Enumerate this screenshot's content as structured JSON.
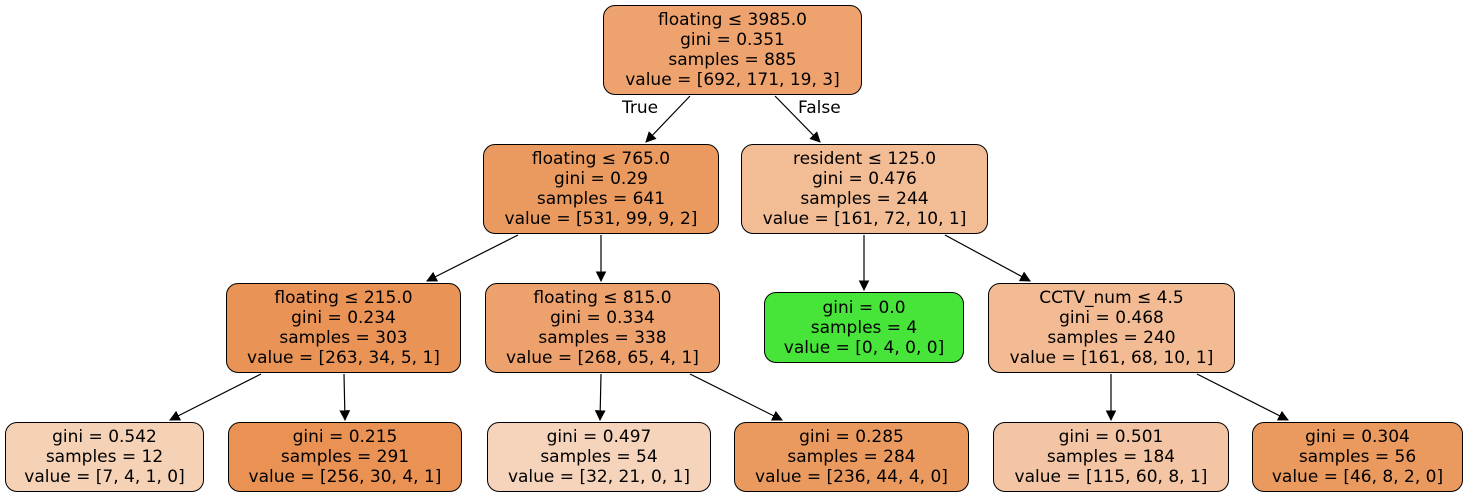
{
  "colors": {
    "orange_deep": "#e99356",
    "orange_mid": "#eda774",
    "orange_root": "#eea36f",
    "orange_light": "#f2bc95",
    "orange_pale": "#f5d1b5",
    "orange_pale2": "#f6d4bb",
    "orange_light2": "#f3c5a4",
    "green_leaf": "#47e539"
  },
  "nodes": {
    "n0": {
      "split": "floating ≤ 3985.0",
      "gini": "gini = 0.351",
      "samples": "samples = 885",
      "value": "value = [692, 171, 19, 3]",
      "color": "#eea36f"
    },
    "n1": {
      "split": "floating ≤ 765.0",
      "gini": "gini = 0.29",
      "samples": "samples = 641",
      "value": "value = [531, 99, 9, 2]",
      "color": "#ea9a5f"
    },
    "n2": {
      "split": "resident ≤ 125.0",
      "gini": "gini = 0.476",
      "samples": "samples = 244",
      "value": "value = [161, 72, 10, 1]",
      "color": "#f2bc95"
    },
    "n3": {
      "split": "floating ≤ 215.0",
      "gini": "gini = 0.234",
      "samples": "samples = 303",
      "value": "value = [263, 34, 5, 1]",
      "color": "#e99356"
    },
    "n4": {
      "split": "floating ≤ 815.0",
      "gini": "gini = 0.334",
      "samples": "samples = 338",
      "value": "value = [268, 65, 4, 1]",
      "color": "#eda26e"
    },
    "n5": {
      "split": "",
      "gini": "gini = 0.0",
      "samples": "samples = 4",
      "value": "value = [0, 4, 0, 0]",
      "color": "#47e539"
    },
    "n6": {
      "split": "CCTV_num ≤ 4.5",
      "gini": "gini = 0.468",
      "samples": "samples = 240",
      "value": "value = [161, 68, 10, 1]",
      "color": "#f2bb93"
    },
    "n7": {
      "split": "",
      "gini": "gini = 0.542",
      "samples": "samples = 12",
      "value": "value = [7, 4, 1, 0]",
      "color": "#f5d1b5"
    },
    "n8": {
      "split": "",
      "gini": "gini = 0.215",
      "samples": "samples = 291",
      "value": "value = [256, 30, 4, 1]",
      "color": "#e99254"
    },
    "n9": {
      "split": "",
      "gini": "gini = 0.497",
      "samples": "samples = 54",
      "value": "value = [32, 21, 0, 1]",
      "color": "#f6d4bb"
    },
    "n10": {
      "split": "",
      "gini": "gini = 0.285",
      "samples": "samples = 284",
      "value": "value = [236, 44, 4, 0]",
      "color": "#ea9a5f"
    },
    "n11": {
      "split": "",
      "gini": "gini = 0.501",
      "samples": "samples = 184",
      "value": "value = [115, 60, 8, 1]",
      "color": "#f3c5a4"
    },
    "n12": {
      "split": "",
      "gini": "gini = 0.304",
      "samples": "samples = 56",
      "value": "value = [46, 8, 2, 0]",
      "color": "#ea9a5f"
    }
  },
  "edge_labels": {
    "true_label": "True",
    "false_label": "False"
  }
}
